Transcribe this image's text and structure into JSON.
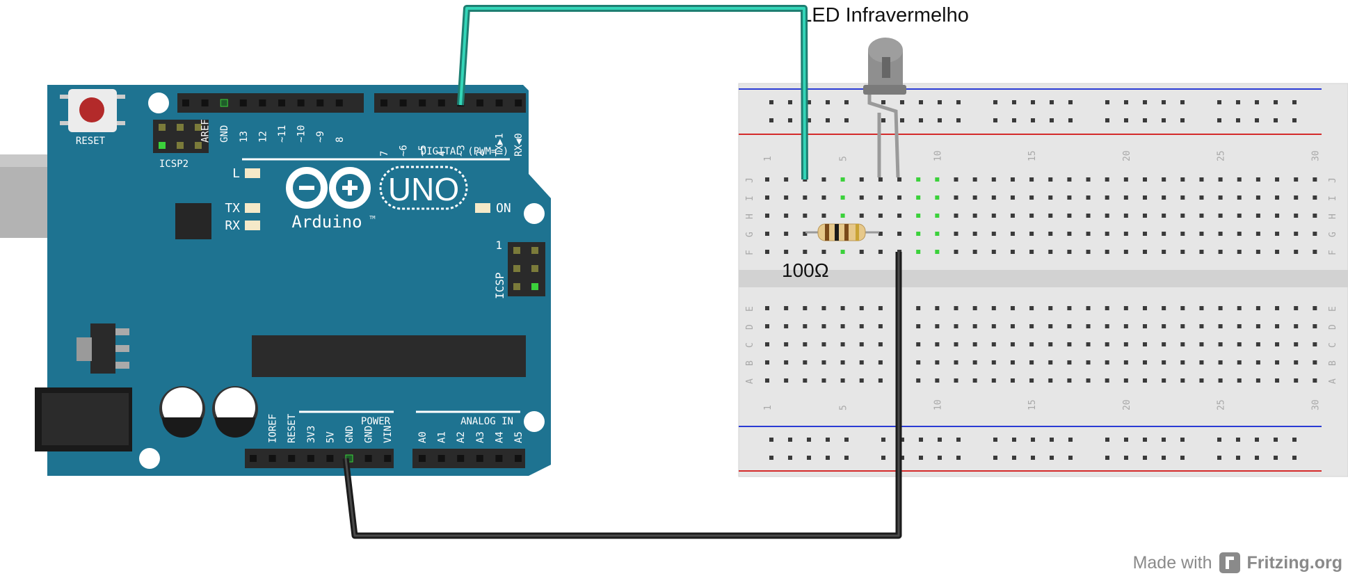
{
  "led": {
    "label": "LED Infravermelho"
  },
  "resistor": {
    "label": "100Ω"
  },
  "arduino": {
    "reset_label": "RESET",
    "icsp2_label": "ICSP2",
    "icsp_label": "ICSP",
    "icsp_pin1": "1",
    "led_L": "L",
    "led_TX": "TX",
    "led_RX": "RX",
    "led_ON": "ON",
    "logo_uno": "UNO",
    "logo_brand": "Arduino",
    "logo_tm": "TM",
    "digital_label": "DIGITAL (PWM=~)",
    "power_label": "POWER",
    "analog_label": "ANALOG IN",
    "digital_pins_left": [
      "AREF",
      "GND",
      "13",
      "12",
      "~11",
      "~10",
      "~9",
      "8"
    ],
    "digital_pins_right": [
      "7",
      "~6",
      "~5",
      "4",
      "~3",
      "2",
      "TX▶1",
      "RX◀0"
    ],
    "power_pins": [
      "IOREF",
      "RESET",
      "3V3",
      "5V",
      "GND",
      "GND",
      "VIN"
    ],
    "analog_pins": [
      "A0",
      "A1",
      "A2",
      "A3",
      "A4",
      "A5"
    ]
  },
  "breadboard": {
    "col_numbers": [
      "1",
      "5",
      "10",
      "15",
      "20",
      "25",
      "30"
    ],
    "rows_top": [
      "J",
      "I",
      "H",
      "G",
      "F"
    ],
    "rows_bottom": [
      "E",
      "D",
      "C",
      "B",
      "A"
    ]
  },
  "wires": {
    "signal_color": "#27b5a2",
    "ground_color": "#2a2a2a"
  },
  "colors": {
    "board": "#1e7391",
    "breadboard": "#e6e6e6",
    "highlight": "#3bd13b"
  },
  "footer": {
    "made_with": "Made with",
    "brand": "Fritzing.org"
  }
}
